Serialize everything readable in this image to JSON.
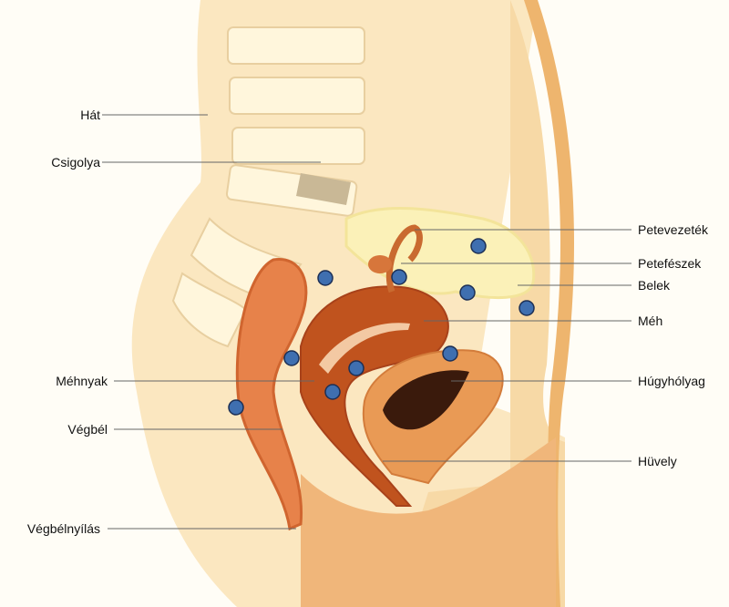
{
  "labels": {
    "hat": "Hát",
    "csigolya": "Csigolya",
    "petevezetek": "Petevezeték",
    "petefeszek": "Petefészek",
    "belek": "Belek",
    "meh": "Méh",
    "mehnyak": "Méhnyak",
    "hugyholyag": "Húgyhólyag",
    "vegbel": "Végbél",
    "huvely": "Hüvely",
    "vegbelnyilas": "Végbélnyílás"
  },
  "colors": {
    "skin": "#f9dfae",
    "body": "#f2c98a",
    "uterus": "#c0531e",
    "rectum": "#e7824a",
    "bladder": "#e99a55",
    "marker": "#3f6fb0"
  }
}
